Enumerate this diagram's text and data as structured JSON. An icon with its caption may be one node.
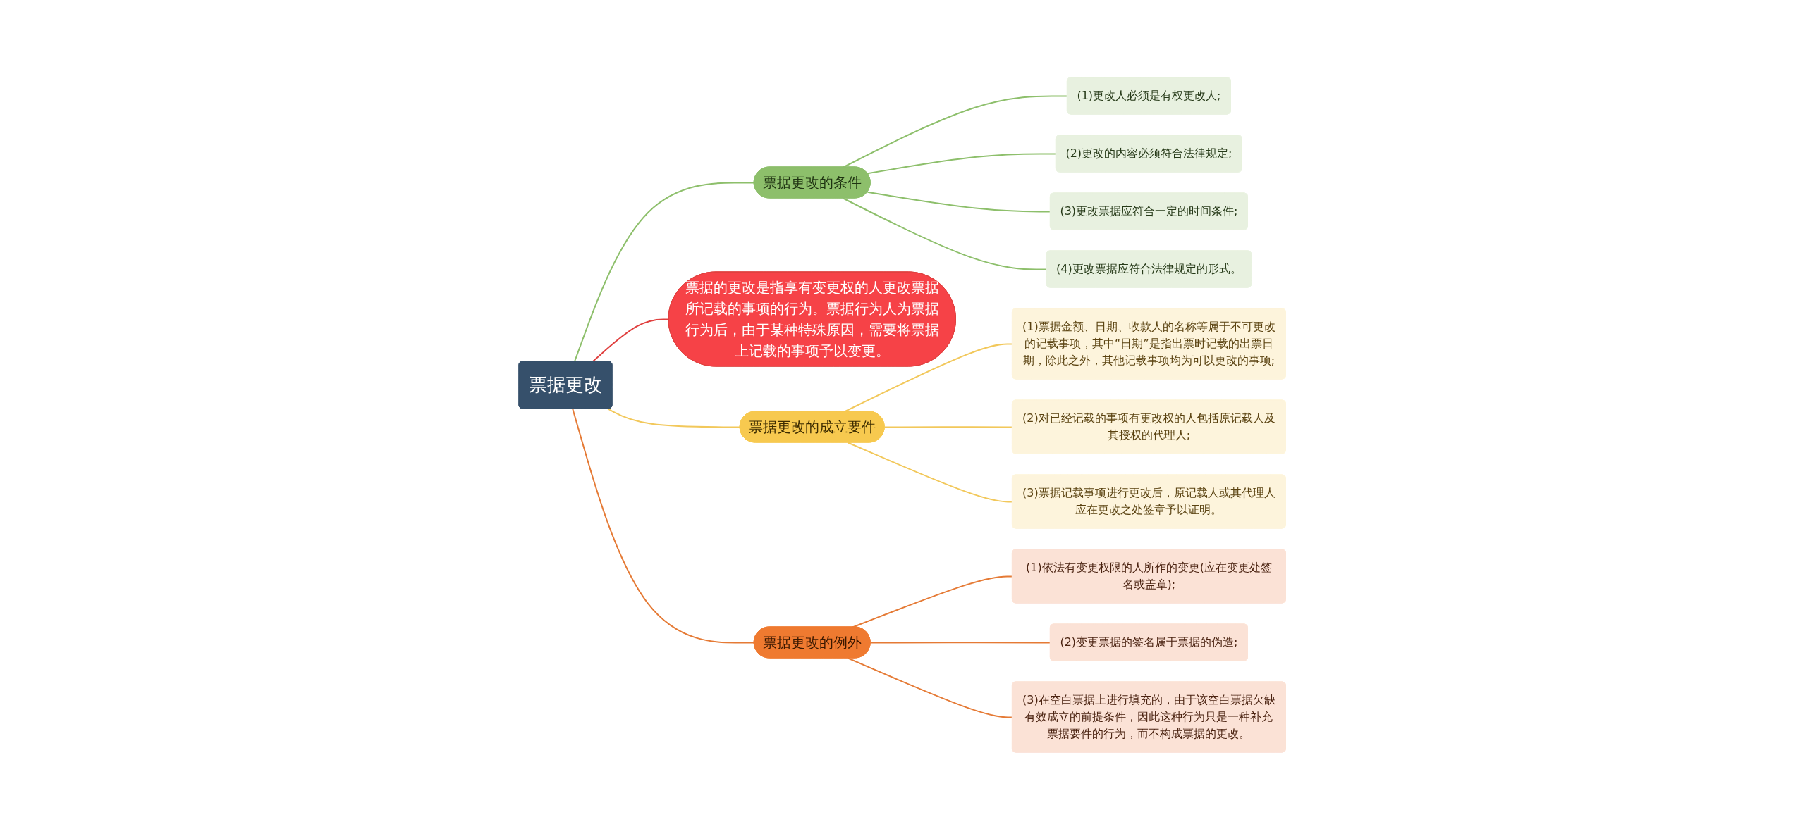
{
  "diagram": {
    "nodes": [
      {
        "text": [
          "票据更改"
        ]
      },
      {
        "text": [
          "票据更改的条件"
        ]
      },
      {
        "text": [
          "(1)更改人必须是有权更改人;"
        ]
      },
      {
        "text": [
          "(2)更改的内容必须符合法律规定;"
        ]
      },
      {
        "text": [
          "(3)更改票据应符合一定的时间条件;"
        ]
      },
      {
        "text": [
          "(4)更改票据应符合法律规定的形式。"
        ]
      },
      {
        "text": [
          "票据的更改是指享有变更权的人更改票据所记载的事项的行为。票据行为人为票据行为后，由于某种特殊原因，需要将票据上记载的事项予以变更。"
        ]
      },
      {
        "text": [
          "票据更改的成立要件"
        ]
      },
      {
        "text": [
          "(1)票据金额、日期、收款人的名称等属于不可更改的记载事项，其中“日期”是指出票时记载的出票日期，除此之外，其他记载事项均为可以更改的事项;"
        ]
      },
      {
        "text": [
          "(2)对已经记载的事项有更改权的人包括原记载人及其授权的代理人;"
        ]
      },
      {
        "text": [
          "(3)票据记载事项进行更改后，原记载人或其代理人应在更改之处签章予以证明。"
        ]
      },
      {
        "text": [
          "票据更改的例外"
        ]
      },
      {
        "text": [
          "(1)依法有变更权限的人所作的变更(应在变更处签名或盖章);"
        ]
      },
      {
        "text": [
          "(2)变更票据的签名属于票据的伪造;"
        ]
      },
      {
        "text": [
          "(3)在空白票据上进行填充的，由于该空白票据欠缺有效成立的前提条件，因此这种行为只是一种补充票据要件的行为，而不构成票据的更改。"
        ]
      }
    ],
    "edges": [
      {
        "from": 0,
        "to": 1,
        "arrow": "none",
        "color": "#8dbf6b"
      },
      {
        "from": 1,
        "to": 2,
        "arrow": "none",
        "color": "#8dbf6b"
      },
      {
        "from": 1,
        "to": 3,
        "arrow": "none",
        "color": "#8dbf6b"
      },
      {
        "from": 1,
        "to": 4,
        "arrow": "none",
        "color": "#8dbf6b"
      },
      {
        "from": 1,
        "to": 5,
        "arrow": "none",
        "color": "#8dbf6b"
      },
      {
        "from": 0,
        "to": 6,
        "arrow": "none",
        "color": "#e0403f"
      },
      {
        "from": 0,
        "to": 7,
        "arrow": "none",
        "color": "#f2c85b"
      },
      {
        "from": 7,
        "to": 8,
        "arrow": "none",
        "color": "#f2c85b"
      },
      {
        "from": 7,
        "to": 9,
        "arrow": "none",
        "color": "#f2c85b"
      },
      {
        "from": 7,
        "to": 10,
        "arrow": "none",
        "color": "#f2c85b"
      },
      {
        "from": 0,
        "to": 11,
        "arrow": "none",
        "color": "#e57a35"
      },
      {
        "from": 11,
        "to": 12,
        "arrow": "none",
        "color": "#e57a35"
      },
      {
        "from": 11,
        "to": 13,
        "arrow": "none",
        "color": "#e57a35"
      },
      {
        "from": 11,
        "to": 14,
        "arrow": "none",
        "color": "#e57a35"
      }
    ]
  }
}
